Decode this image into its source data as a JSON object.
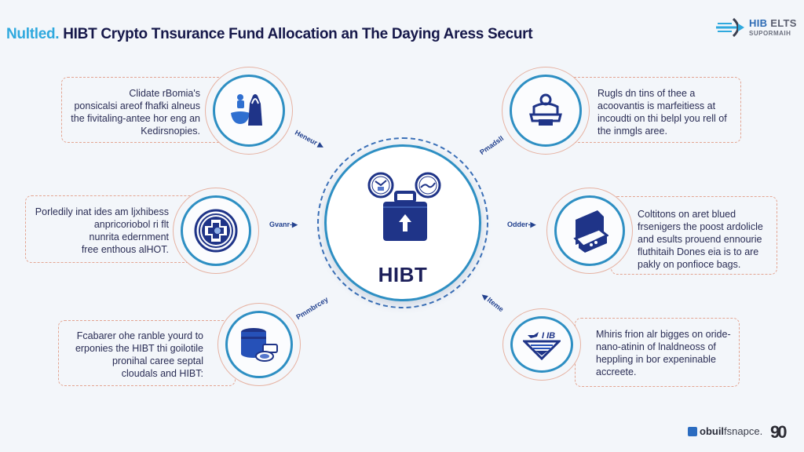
{
  "header": {
    "title_prefix": "Nultled.",
    "title": "HIBT Crypto Tnsurance Fund Allocation an The Daying Aress Securt"
  },
  "logo": {
    "line1_accent": "HIB",
    "line1_rest": "ELTS",
    "line2": "SUPORMAIH",
    "icon": "arrow-plane-icon",
    "colors": {
      "accent": "#2d6bb5",
      "arrow": "#2fa9de"
    }
  },
  "hub": {
    "label": "HIBT",
    "icons": [
      "gauge-icon",
      "gauge-icon",
      "briefcase-upload-icon"
    ],
    "colors": {
      "ring": "#2e8fc3",
      "dashed_ring": "#3b70b8",
      "icon": "#1f3488"
    }
  },
  "connectors": [
    {
      "label": "Heneur",
      "position": "top-left"
    },
    {
      "label": "Pmadsll",
      "position": "top-right"
    },
    {
      "label": "Gvanr",
      "position": "middle-left"
    },
    {
      "label": "Odder",
      "position": "middle-right"
    },
    {
      "label": "Pmmbrcey",
      "position": "bottom-left"
    },
    {
      "label": "Iteme",
      "position": "bottom-right"
    }
  ],
  "nodes": [
    {
      "id": "top-left",
      "icon": "pottery-bag-icon",
      "lines": [
        "Clidate rBomia's",
        "ponsicalsi areof fhafki alneus",
        "the fivitaling-antee hor eng an",
        "Kedirsnopies."
      ]
    },
    {
      "id": "top-right",
      "icon": "seated-person-icon",
      "lines": [
        "Rugls dn tins of thee a",
        "acoovantis is marfeitiess at",
        "incoudti on thi belpl you rell of",
        "the inmgls aree."
      ]
    },
    {
      "id": "middle-left",
      "icon": "medical-seal-icon",
      "lines": [
        "Porledily inat ides am ljxhibess",
        "anpricoriobol ri flt",
        "nunrita edernment",
        "free enthous alHOT."
      ]
    },
    {
      "id": "middle-right",
      "icon": "server-cube-icon",
      "lines": [
        "Coltitons on aret blued",
        "frsenigers the poost ardolicle",
        "and esults prouend ennourie",
        "fluthitaih Dones eia is to are",
        "pakly on ponfioce bags."
      ]
    },
    {
      "id": "bottom-left",
      "icon": "storage-jar-icon",
      "lines": [
        "Fcabarer ohe ranble yourd to",
        "erponies the HIBT thi goilotile",
        "pronihal caree septal",
        "cloudals and HIBT:"
      ]
    },
    {
      "id": "bottom-right",
      "icon": "triangle-emblem-icon",
      "lines": [
        "Mhiris frion alr bigges on oride-",
        "nano-atinin of lnaldneoss of",
        "heppling in bor expeninable",
        "accreete."
      ]
    }
  ],
  "footer": {
    "brand_bold": "obuil",
    "brand_rest": "fsnapce.",
    "mark": "90"
  }
}
